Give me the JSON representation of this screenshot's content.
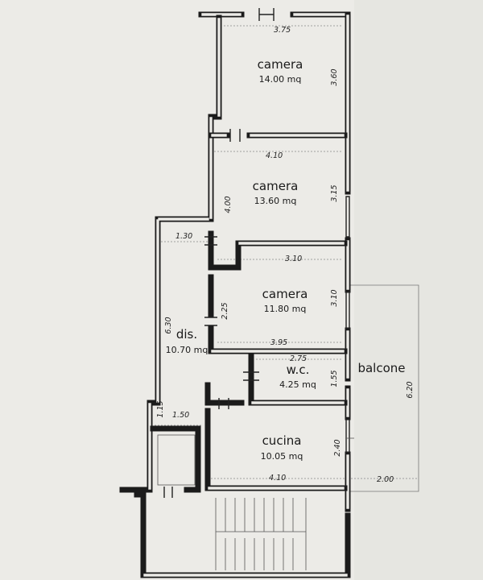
{
  "rooms": {
    "camera1": {
      "name": "camera",
      "area": "14.00 mq"
    },
    "camera2": {
      "name": "camera",
      "area": "13.60 mq"
    },
    "camera3": {
      "name": "camera",
      "area": "11.80 mq"
    },
    "dis": {
      "name": "dis.",
      "area": "10.70 mq"
    },
    "wc": {
      "name": "w.c.",
      "area": "4.25 mq"
    },
    "cucina": {
      "name": "cucina",
      "area": "10.05 mq"
    },
    "balcone": {
      "name": "balcone"
    }
  },
  "dimensions": {
    "camera1_width": "3.75",
    "camera1_depth": "3.60",
    "camera2_width": "4.10",
    "camera2_depth": "4.00",
    "camera2_right": "3.15",
    "dis_top": "1.30",
    "camera3_width": "3.10",
    "camera3_depth": "3.10",
    "camera3_left": "2.25",
    "dis_height": "6.30",
    "corridor_width": "3.95",
    "wc_width": "2.75",
    "wc_depth": "1.55",
    "balcone_depth": "6.20",
    "stair_left": "1.15",
    "stair_width": "1.50",
    "cucina_depth": "2.40",
    "cucina_width": "4.10",
    "balcone_width": "2.00"
  }
}
